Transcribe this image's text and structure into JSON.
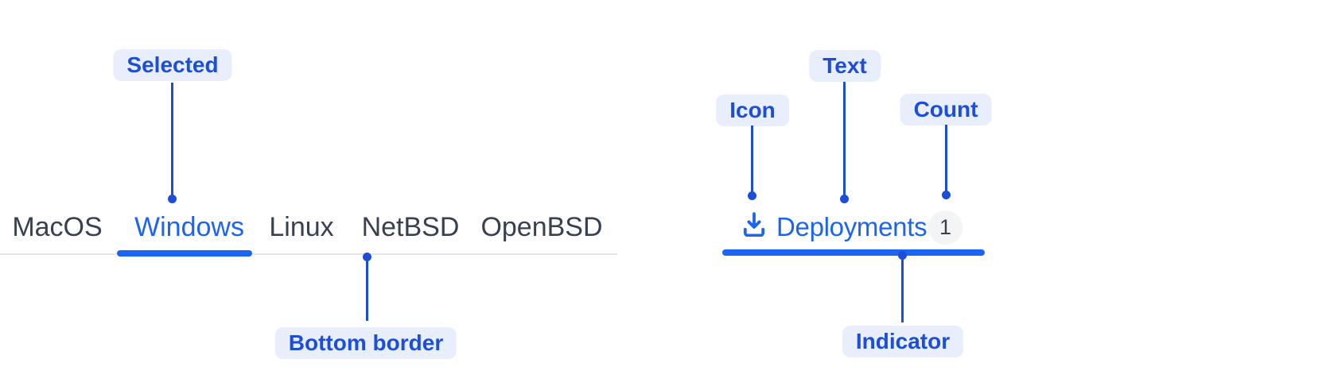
{
  "colors": {
    "accent_blue": "#1c64f2",
    "annotation_blue": "#1d4ed8",
    "annotation_pill_bg": "#e8eefc",
    "inactive_tab_text": "#374151",
    "tab_border_gray": "#e5e7eb",
    "count_badge_bg": "#f3f4f6"
  },
  "tabs_demo": {
    "tabs": [
      {
        "label": "MacOS",
        "selected": false
      },
      {
        "label": "Windows",
        "selected": true
      },
      {
        "label": "Linux",
        "selected": false
      },
      {
        "label": "NetBSD",
        "selected": false
      },
      {
        "label": "OpenBSD",
        "selected": false
      }
    ],
    "annotations": {
      "selected": "Selected",
      "bottom_border": "Bottom border"
    }
  },
  "tab_anatomy_demo": {
    "tab": {
      "icon": "download-icon",
      "label": "Deployments",
      "count": "1"
    },
    "annotations": {
      "icon": "Icon",
      "text": "Text",
      "count": "Count",
      "indicator": "Indicator"
    }
  }
}
